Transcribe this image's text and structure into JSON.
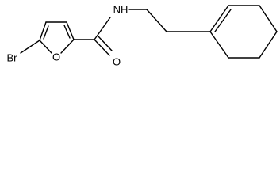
{
  "molecule": {
    "atoms": {
      "bromine": "Br",
      "furan_oxygen": "O",
      "carbonyl_oxygen": "O",
      "amide_nitrogen": "NH"
    }
  }
}
